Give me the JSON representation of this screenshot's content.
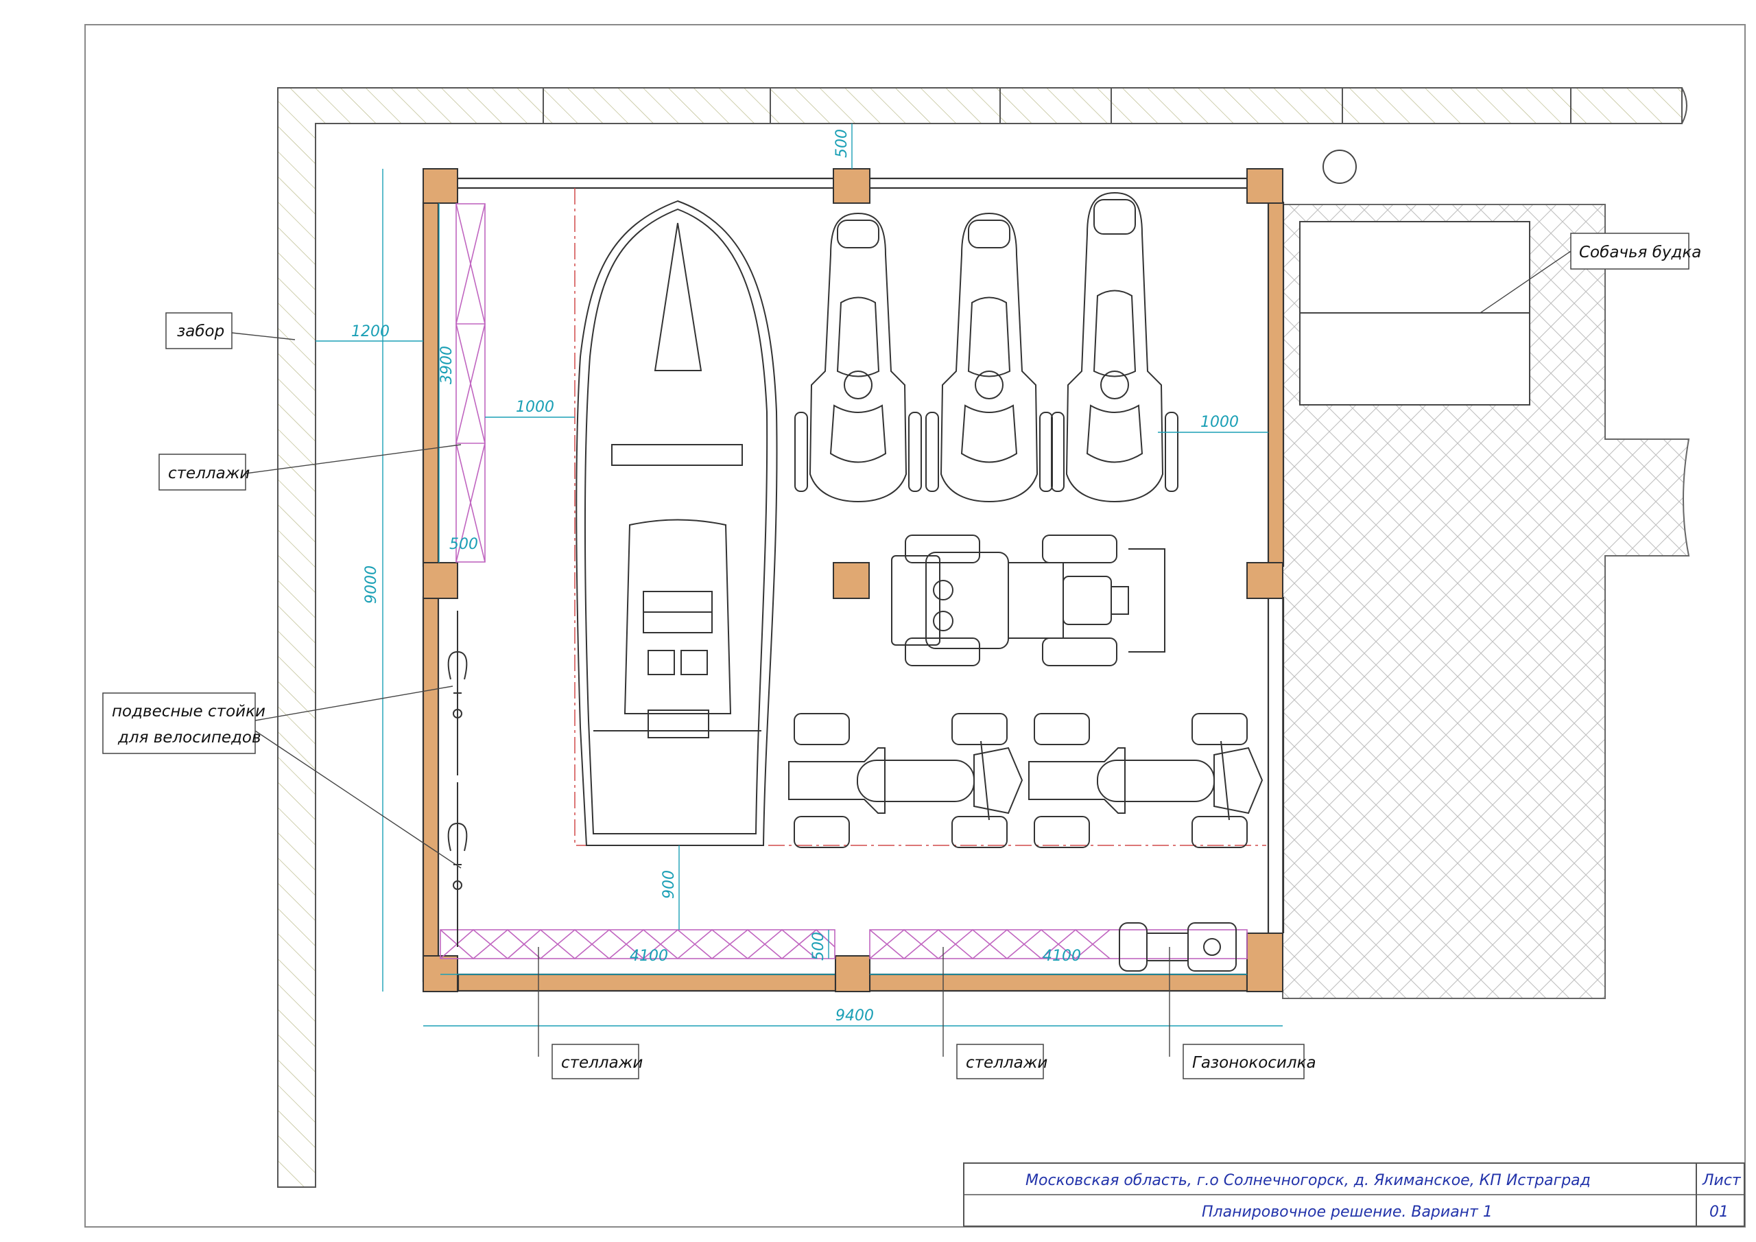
{
  "labels": {
    "fence": "забор",
    "shelves_left": "стеллажи",
    "bike_racks_line1": "подвесные стойки",
    "bike_racks_line2": "для велосипедов",
    "shelves_bottom_1": "стеллажи",
    "shelves_bottom_2": "стеллажи",
    "mower": "Газонокосилка",
    "dog_house": "Собачья будка"
  },
  "dimensions": {
    "fence_offset": "1200",
    "shelf_length": "3900",
    "shelf_depth_left": "500",
    "aisle_left": "1000",
    "aisle_right": "1000",
    "top_gap": "500",
    "height_total": "9000",
    "boat_gap": "900",
    "shelf_depth_bottom": "500",
    "bottom_shelf_1": "4100",
    "bottom_shelf_2": "4100",
    "width_total": "9400"
  },
  "title_block": {
    "address": "Московская область, г.о Солнечногорск, д. Якиманское, КП Истраград",
    "subtitle": "Планировочное решение. Вариант 1",
    "sheet_label": "Лист",
    "sheet_number": "01"
  },
  "colors": {
    "column": "#e0a872",
    "dimension": "#1a9fb5",
    "shelving": "#c065c0",
    "title_text": "#2233aa",
    "hatch": "#c9c9a0"
  }
}
